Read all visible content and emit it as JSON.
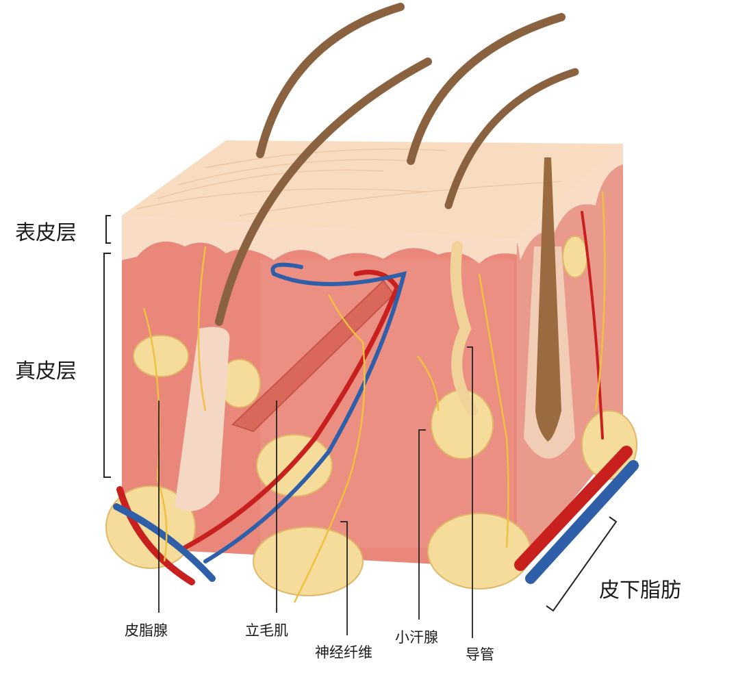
{
  "layers": {
    "epidermis": "表皮层",
    "dermis": "真皮层",
    "subcutaneous_fat": "皮下脂肪"
  },
  "structures": {
    "sebaceous_gland": "皮脂腺",
    "arrector_pili": "立毛肌",
    "nerve_fiber": "神经纤维",
    "sweat_gland": "小汗腺",
    "duct": "导管"
  },
  "colors": {
    "epidermis": "#f6d6b8",
    "dermis": "#e8877a",
    "fat": "#f5dc9a",
    "artery": "#c8201e",
    "vein": "#2f5fa8",
    "nerve": "#f0c040",
    "hair": "#8b6240"
  }
}
